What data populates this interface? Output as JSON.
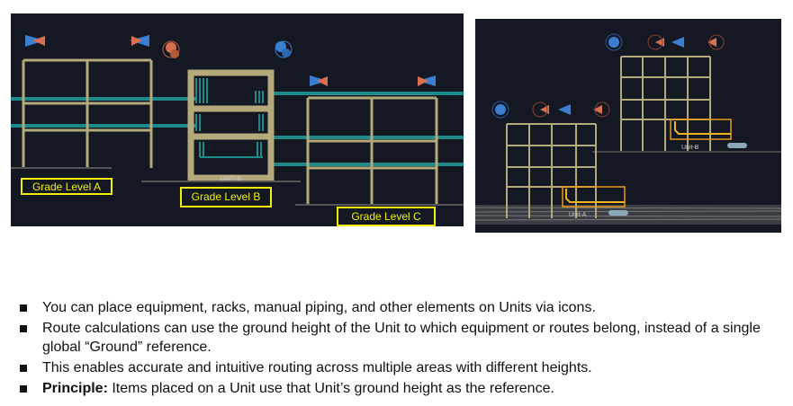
{
  "left_image": {
    "labels": [
      "Grade Level A",
      "Grade Level B",
      "Grade Level C"
    ],
    "unit_label": "UNIT-B"
  },
  "right_image": {
    "unit_labels": [
      "Unit-A",
      "Unit-B"
    ]
  },
  "bullets": [
    {
      "bold": "",
      "text": "You can place equipment, racks, manual piping, and other elements on Units via icons."
    },
    {
      "bold": "",
      "text": "Route calculations can use the ground height of the Unit to which equipment or routes belong, instead of a single global “Ground” reference."
    },
    {
      "bold": "",
      "text": "This enables accurate and intuitive routing across multiple areas with different heights."
    },
    {
      "bold": "Principle:",
      "text": " Items placed on a Unit use that Unit’s ground height as the reference."
    }
  ],
  "colors": {
    "frame": "#b3a97a",
    "pipe": "#1e8a8a",
    "label": "#f2f000",
    "bg": "#141822",
    "orange": "#e89a1a"
  }
}
